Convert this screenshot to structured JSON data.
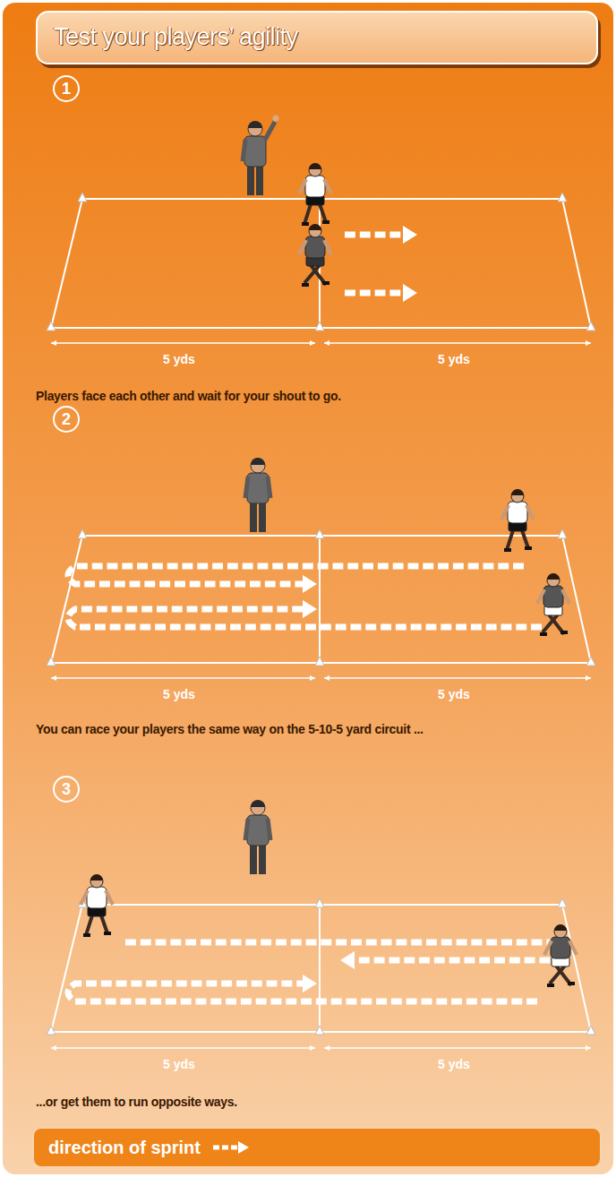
{
  "diagram": {
    "title": "Test your players’ agility",
    "nodes": [
      {
        "text": [
          "1"
        ]
      },
      {
        "text": [
          "2"
        ]
      },
      {
        "text": [
          "3"
        ]
      }
    ],
    "labels": [
      "5 yds",
      "5 yds",
      "Players face each other and wait for your shout to go.",
      "5 yds",
      "5 yds",
      "You can race your players the same way on the 5-10-5 yard circuit ...",
      "5 yds",
      "5 yds",
      "...or get them to run opposite ways."
    ],
    "legend": [
      {
        "text": "direction of sprint"
      }
    ]
  }
}
